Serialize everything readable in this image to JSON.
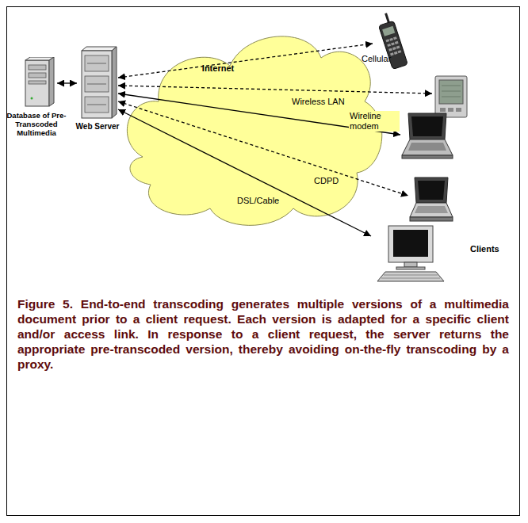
{
  "diagram": {
    "caption": "Figure 5. End-to-end transcoding generates multiple versions of a multimedia document prior to a client request. Each version is adapted for a specific client and/or access link. In response to a client request, the server returns the appropriate pre-transcoded version, thereby avoiding on-the-fly transcoding by a proxy.",
    "nodes": [
      {
        "text": [
          "Database of Pre-Transcoded Multimedia"
        ]
      },
      {
        "text": [
          "Web Server"
        ]
      },
      {
        "text": [
          "Internet"
        ]
      },
      {
        "text": []
      },
      {
        "text": []
      },
      {
        "text": []
      },
      {
        "text": []
      },
      {
        "text": []
      }
    ],
    "edges": [
      {
        "from": 0,
        "to": 1,
        "arrow": "both"
      },
      {
        "from": 1,
        "to": 3,
        "arrow": "both",
        "label": "Cellular"
      },
      {
        "from": 1,
        "to": 4,
        "arrow": "both",
        "label": "Wireless LAN"
      },
      {
        "from": 1,
        "to": 5,
        "arrow": "both",
        "label": "Wireline modem"
      },
      {
        "from": 1,
        "to": 6,
        "arrow": "both",
        "label": "CDPD"
      },
      {
        "from": 1,
        "to": 7,
        "arrow": "both",
        "label": "DSL/Cable"
      }
    ],
    "labels": [
      "Clients"
    ]
  }
}
